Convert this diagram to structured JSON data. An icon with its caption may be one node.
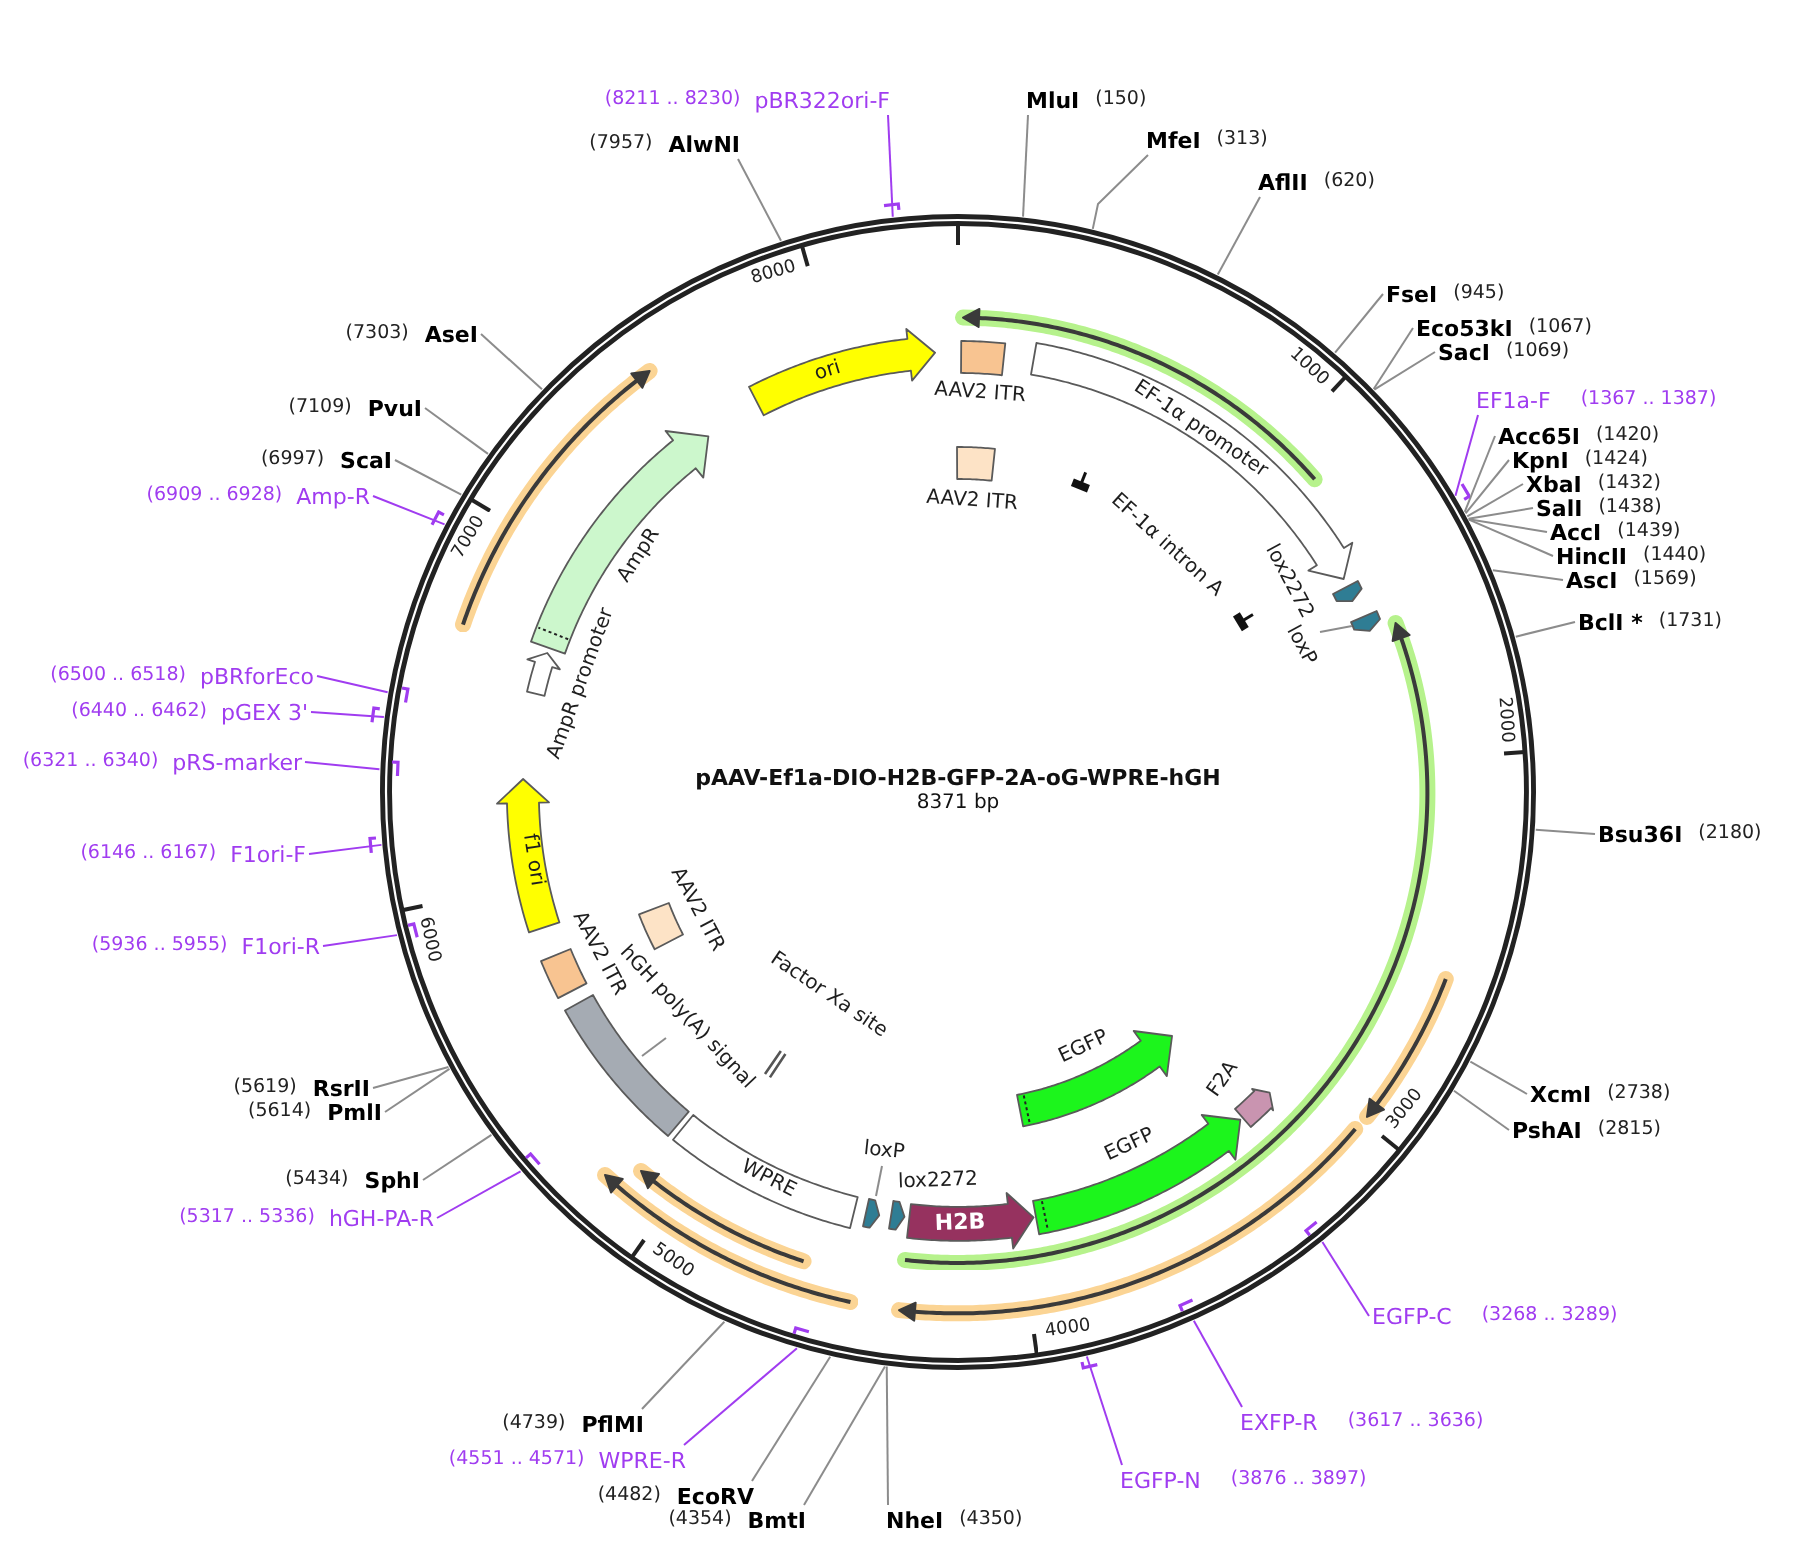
{
  "diagram": {
    "nodes": [
      {
        "text": [
          "pAAV-Ef1a-DIO-H2B-GFP-2A-oG-WPRE-hGH",
          "8371 bp"
        ]
      },
      {
        "text": [
          "AAV2 ITR"
        ],
        "in": 0
      },
      {
        "text": [
          "EF-1α promoter"
        ],
        "in": 0
      },
      {
        "text": [
          "AAV2 ITR"
        ],
        "in": 0
      },
      {
        "text": [
          "lox2272"
        ],
        "in": 0
      },
      {
        "text": [],
        "shape": "arrow",
        "in": 0
      },
      {
        "text": [
          "loxP"
        ],
        "in": 0
      },
      {
        "text": [
          "EGFP"
        ],
        "in": 0
      },
      {
        "text": [
          "F2A"
        ],
        "in": 0
      },
      {
        "text": [
          "EGFP"
        ],
        "in": 0
      },
      {
        "text": [
          "H2B"
        ],
        "in": 0
      },
      {
        "text": [
          "lox2272"
        ],
        "in": 0
      },
      {
        "text": [
          "loxP"
        ],
        "in": 0
      },
      {
        "text": [],
        "shape": "arrow",
        "in": 0
      },
      {
        "text": [
          "WPRE"
        ],
        "in": 0
      },
      {
        "text": [
          "Factor Xa site"
        ],
        "in": 0
      },
      {
        "text": [
          "hGH poly(A) signal"
        ],
        "in": 0
      },
      {
        "text": [],
        "shape": "bar",
        "in": 0
      },
      {
        "text": [
          "AAV2 ITR"
        ],
        "in": 0
      },
      {
        "text": [
          "AAV2 ITR"
        ],
        "in": 0
      },
      {
        "text": [
          "f1 ori"
        ],
        "in": 0
      },
      {
        "text": [
          "AmpR promoter"
        ],
        "in": 0
      },
      {
        "text": [
          "AmpR"
        ],
        "in": 0
      },
      {
        "text": [
          "ori"
        ],
        "in": 0
      },
      {
        "text": [
          "MluI",
          "(150)"
        ]
      },
      {
        "text": [
          "MfeI",
          "(313)"
        ]
      },
      {
        "text": [
          "AflII",
          "(620)"
        ]
      },
      {
        "text": [
          "FseI",
          "(945)"
        ]
      },
      {
        "text": [
          "Eco53kI",
          "(1067)"
        ]
      },
      {
        "text": [
          "SacI",
          "(1069)"
        ]
      },
      {
        "text": [
          "EF1a-F",
          "(1367 .. 1387)"
        ]
      },
      {
        "text": [
          "Acc65I",
          "(1420)"
        ]
      },
      {
        "text": [
          "KpnI",
          "(1424)"
        ]
      },
      {
        "text": [
          "XbaI",
          "(1432)"
        ]
      },
      {
        "text": [
          "SalI",
          "(1438)"
        ]
      },
      {
        "text": [
          "AccI",
          "(1439)"
        ]
      },
      {
        "text": [
          "HincII",
          "(1440)"
        ]
      },
      {
        "text": [
          "AscI",
          "(1569)"
        ]
      },
      {
        "text": [
          "BclI *",
          "(1731)"
        ]
      },
      {
        "text": [
          "Bsu36I",
          "(2180)"
        ]
      },
      {
        "text": [
          "XcmI",
          "(2738)"
        ]
      },
      {
        "text": [
          "PshAI",
          "(2815)"
        ]
      },
      {
        "text": [
          "EGFP-C",
          "(3268 .. 3289)"
        ]
      },
      {
        "text": [
          "EXFP-R",
          "(3617 .. 3636)"
        ]
      },
      {
        "text": [
          "EGFP-N",
          "(3876 .. 3897)"
        ]
      },
      {
        "text": [
          "NheI",
          "(4350)"
        ]
      },
      {
        "text": [
          "(4354)",
          "BmtI"
        ]
      },
      {
        "text": [
          "(4482)",
          "EcoRV"
        ]
      },
      {
        "text": [
          "(4551 .. 4571)",
          "WPRE-R"
        ]
      },
      {
        "text": [
          "(4739)",
          "PflMI"
        ]
      },
      {
        "text": [
          "(5317 .. 5336)",
          "hGH-PA-R"
        ]
      },
      {
        "text": [
          "(5434)",
          "SphI"
        ]
      },
      {
        "text": [
          "(5614)",
          "PmlI"
        ]
      },
      {
        "text": [
          "(5619)",
          "RsrII"
        ]
      },
      {
        "text": [
          "(5936 .. 5955)",
          "F1ori-R"
        ]
      },
      {
        "text": [
          "(6146 .. 6167)",
          "F1ori-F"
        ]
      },
      {
        "text": [
          "(6321 .. 6340)",
          "pRS-marker"
        ]
      },
      {
        "text": [
          "(6440 .. 6462)",
          "pGEX 3'"
        ]
      },
      {
        "text": [
          "(6500 .. 6518)",
          "pBRforEco"
        ]
      },
      {
        "text": [
          "(6909 .. 6928)",
          "Amp-R"
        ]
      },
      {
        "text": [
          "(6997)",
          "ScaI"
        ]
      },
      {
        "text": [
          "(7109)",
          "PvuI"
        ]
      },
      {
        "text": [
          "(7303)",
          "AseI"
        ]
      },
      {
        "text": [
          "(7957)",
          "AlwNI"
        ]
      },
      {
        "text": [
          "(8211 .. 8230)",
          "pBR322ori-F"
        ]
      }
    ],
    "edges": [
      {
        "from": 6,
        "to": 5,
        "arrow": "none"
      },
      {
        "from": 12,
        "to": 13,
        "arrow": "none"
      },
      {
        "from": 16,
        "to": 17,
        "arrow": "none"
      },
      {
        "from": 24,
        "to": 0,
        "arrow": "none"
      },
      {
        "from": 25,
        "to": 0,
        "arrow": "none"
      },
      {
        "from": 26,
        "to": 0,
        "arrow": "none"
      },
      {
        "from": 27,
        "to": 0,
        "arrow": "none"
      },
      {
        "from": 28,
        "to": 0,
        "arrow": "none"
      },
      {
        "from": 29,
        "to": 0,
        "arrow": "none"
      },
      {
        "from": 30,
        "to": 0,
        "arrow": "none",
        "color": "#a03cf0"
      },
      {
        "from": 31,
        "to": 0,
        "arrow": "none"
      },
      {
        "from": 32,
        "to": 0,
        "arrow": "none"
      },
      {
        "from": 33,
        "to": 0,
        "arrow": "none"
      },
      {
        "from": 34,
        "to": 0,
        "arrow": "none"
      },
      {
        "from": 35,
        "to": 0,
        "arrow": "none"
      },
      {
        "from": 36,
        "to": 0,
        "arrow": "none"
      },
      {
        "from": 37,
        "to": 0,
        "arrow": "none"
      },
      {
        "from": 38,
        "to": 0,
        "arrow": "none"
      },
      {
        "from": 39,
        "to": 0,
        "arrow": "none"
      },
      {
        "from": 40,
        "to": 0,
        "arrow": "none"
      },
      {
        "from": 41,
        "to": 0,
        "arrow": "none"
      },
      {
        "from": 42,
        "to": 0,
        "arrow": "none",
        "color": "#a03cf0"
      },
      {
        "from": 43,
        "to": 0,
        "arrow": "none",
        "color": "#a03cf0"
      },
      {
        "from": 44,
        "to": 0,
        "arrow": "none",
        "color": "#a03cf0"
      },
      {
        "from": 45,
        "to": 0,
        "arrow": "none"
      },
      {
        "from": 46,
        "to": 0,
        "arrow": "none"
      },
      {
        "from": 47,
        "to": 0,
        "arrow": "none"
      },
      {
        "from": 48,
        "to": 0,
        "arrow": "none",
        "color": "#a03cf0"
      },
      {
        "from": 49,
        "to": 0,
        "arrow": "none"
      },
      {
        "from": 50,
        "to": 0,
        "arrow": "none",
        "color": "#a03cf0"
      },
      {
        "from": 51,
        "to": 0,
        "arrow": "none"
      },
      {
        "from": 52,
        "to": 0,
        "arrow": "none"
      },
      {
        "from": 53,
        "to": 0,
        "arrow": "none"
      },
      {
        "from": 54,
        "to": 0,
        "arrow": "none",
        "color": "#a03cf0"
      },
      {
        "from": 55,
        "to": 0,
        "arrow": "none",
        "color": "#a03cf0"
      },
      {
        "from": 56,
        "to": 0,
        "arrow": "none",
        "color": "#a03cf0"
      },
      {
        "from": 57,
        "to": 0,
        "arrow": "none",
        "color": "#a03cf0"
      },
      {
        "from": 58,
        "to": 0,
        "arrow": "none",
        "color": "#a03cf0"
      },
      {
        "from": 59,
        "to": 0,
        "arrow": "none",
        "color": "#a03cf0"
      },
      {
        "from": 60,
        "to": 0,
        "arrow": "none"
      },
      {
        "from": 61,
        "to": 0,
        "arrow": "none"
      },
      {
        "from": 62,
        "to": 0,
        "arrow": "none"
      },
      {
        "from": 63,
        "to": 0,
        "arrow": "none"
      },
      {
        "from": 64,
        "to": 0,
        "arrow": "none",
        "color": "#a03cf0"
      }
    ],
    "labels": [
      "1000",
      "2000",
      "3000",
      "4000",
      "5000",
      "6000",
      "7000",
      "8000",
      "EF-1α intron A"
    ]
  }
}
